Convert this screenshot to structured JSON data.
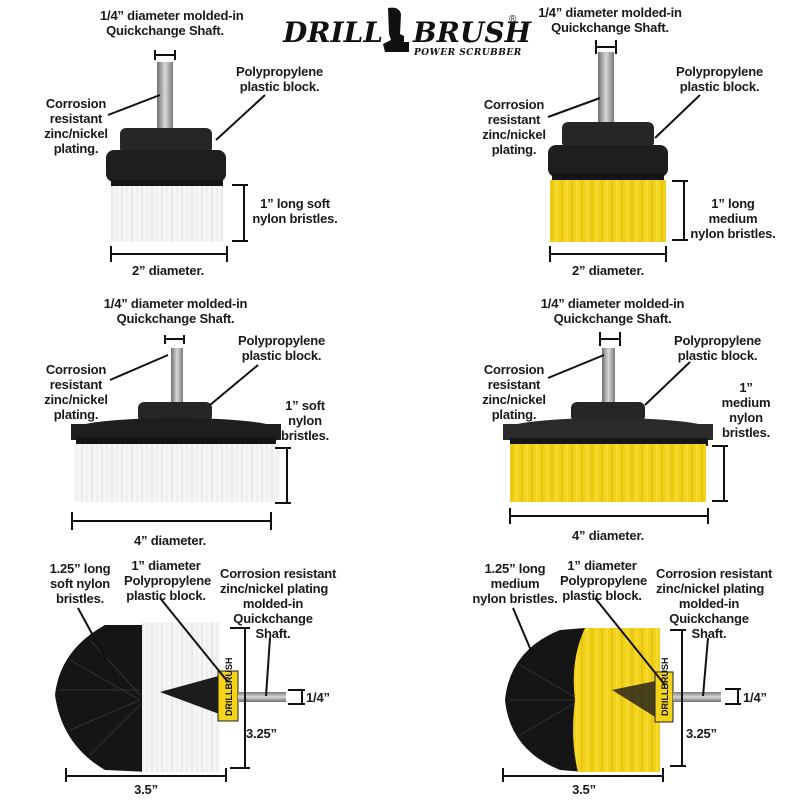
{
  "logo": {
    "brand_left": "DRILL",
    "brand_right": "BRUSH",
    "registered": "®",
    "tagline": "POWER SCRUBBER"
  },
  "colors": {
    "black_block": "#1f1f1f",
    "white_bristle": "#f4f4f4",
    "yellow_bristle": "#f2d21a",
    "shaft": "#9a9a9a",
    "label_yellow": "#f4d31b"
  },
  "panels": [
    {
      "id": "2in-soft-white",
      "bristle_color": "white",
      "shaft_label": [
        "1/4” diameter molded-in",
        "Quickchange Shaft."
      ],
      "plating_label": [
        "Corrosion",
        "resistant",
        "zinc/nickel",
        "plating."
      ],
      "block_label": [
        "Polypropylene",
        "plastic block."
      ],
      "bristle_label": [
        "1” long soft",
        "nylon bristles."
      ],
      "diameter_label": "2” diameter."
    },
    {
      "id": "2in-medium-yellow",
      "bristle_color": "yellow",
      "shaft_label": [
        "1/4” diameter molded-in",
        "Quickchange Shaft."
      ],
      "plating_label": [
        "Corrosion",
        "resistant",
        "zinc/nickel",
        "plating."
      ],
      "block_label": [
        "Polypropylene",
        "plastic block."
      ],
      "bristle_label": [
        "1” long",
        "medium",
        "nylon bristles."
      ],
      "diameter_label": "2” diameter."
    },
    {
      "id": "4in-soft-white",
      "bristle_color": "white",
      "shaft_label": [
        "1/4” diameter molded-in",
        "Quickchange Shaft."
      ],
      "plating_label": [
        "Corrosion",
        "resistant",
        "zinc/nickel",
        "plating."
      ],
      "block_label": [
        "Polypropylene",
        "plastic block."
      ],
      "bristle_label": [
        "1” soft",
        "nylon",
        "bristles."
      ],
      "diameter_label": "4” diameter."
    },
    {
      "id": "4in-medium-yellow",
      "bristle_color": "yellow",
      "shaft_label": [
        "1/4” diameter molded-in",
        "Quickchange Shaft."
      ],
      "plating_label": [
        "Corrosion",
        "resistant",
        "zinc/nickel",
        "plating."
      ],
      "block_label": [
        "Polypropylene",
        "plastic block."
      ],
      "bristle_label": [
        "1”",
        "medium",
        "nylon",
        "bristles."
      ],
      "diameter_label": "4” diameter."
    },
    {
      "id": "cone-soft-white",
      "bristle_color": "white",
      "bristle_label": [
        "1.25” long",
        "soft nylon",
        "bristles."
      ],
      "block_label": [
        "1” diameter",
        "Polypropylene",
        "plastic block."
      ],
      "shaft_label": [
        "Corrosion resistant",
        "zinc/nickel plating",
        "molded-in",
        "Quickchange",
        "Shaft."
      ],
      "shaft_size": "1/4”",
      "height_label": "3.25”",
      "width_label": "3.5”",
      "collar_text": "DRILLBRUSH"
    },
    {
      "id": "cone-medium-yellow",
      "bristle_color": "yellow",
      "bristle_label": [
        "1.25” long",
        "medium",
        "nylon bristles."
      ],
      "block_label": [
        "1” diameter",
        "Polypropylene",
        "plastic block."
      ],
      "shaft_label": [
        "Corrosion resistant",
        "zinc/nickel plating",
        "molded-in",
        "Quickchange",
        "Shaft."
      ],
      "shaft_size": "1/4”",
      "height_label": "3.25”",
      "width_label": "3.5”",
      "collar_text": "DRILLBRUSH"
    }
  ]
}
